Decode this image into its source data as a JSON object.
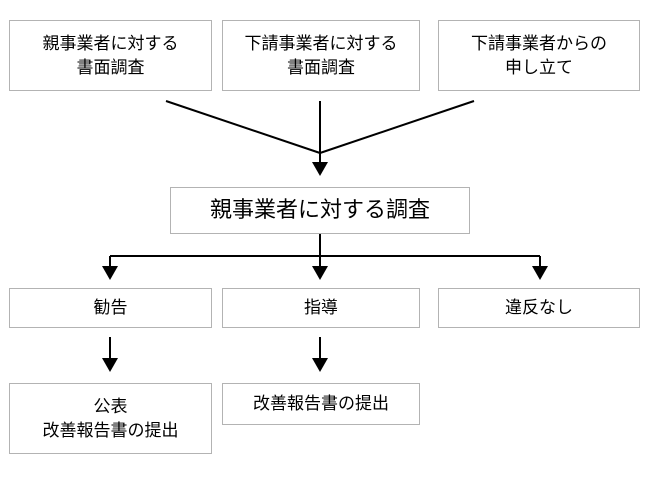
{
  "nodes": {
    "source_parent": "親事業者に対する\n書面調査",
    "source_sub": "下請事業者に対する\n書面調査",
    "source_report": "下請事業者からの\n申し立て",
    "investigation": "親事業者に対する調査",
    "outcome_advice": "勧告",
    "outcome_guidance": "指導",
    "outcome_none": "違反なし",
    "result_advice": "公表\n改善報告書の提出",
    "result_guidance": "改善報告書の提出"
  },
  "colors": {
    "border": "#b3b3b3",
    "line": "#000000"
  }
}
